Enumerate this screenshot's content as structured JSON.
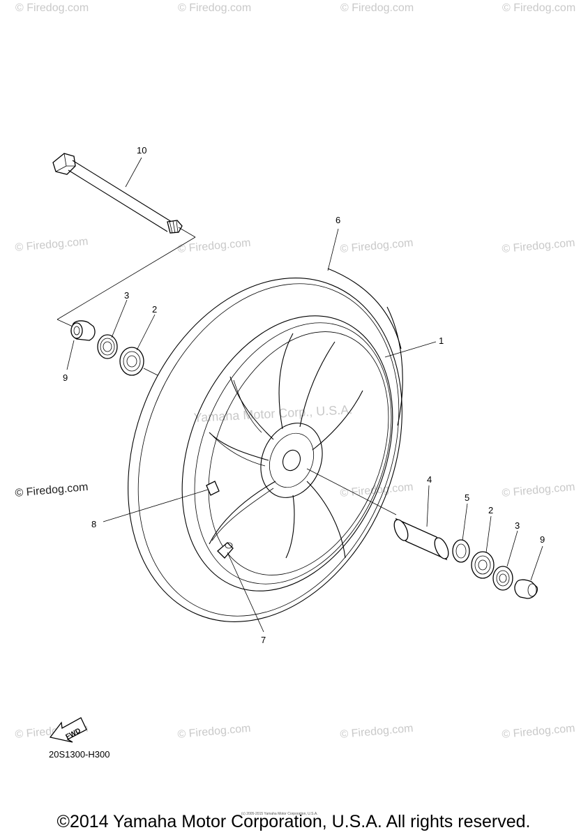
{
  "watermark": {
    "text": "© Firedog.com",
    "center_text": "Yamaha Motor Corp., U.S.A."
  },
  "callouts": {
    "p10": "10",
    "p6": "6",
    "p3a": "3",
    "p2a": "2",
    "p9a": "9",
    "p1": "1",
    "p4": "4",
    "p5": "5",
    "p2b": "2",
    "p3b": "3",
    "p9b": "9",
    "p8": "8",
    "p7": "7"
  },
  "fwd_label": "FWD",
  "diagram_code": "20S1300-H300",
  "fine_print": "(c) 2005-2015 Yamaha Motor Corporation, U.S.A.",
  "copyright": "©2014 Yamaha Motor Corporation, U.S.A. All rights reserved."
}
